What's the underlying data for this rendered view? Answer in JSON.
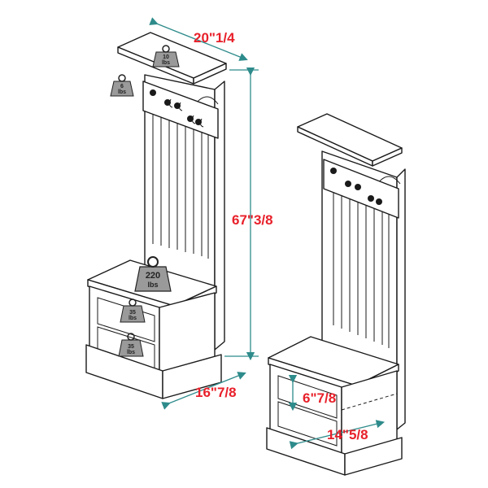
{
  "dimensions": {
    "width": "20\"1/4",
    "height": "67\"3/8",
    "depth": "16\"7/8",
    "cubby_height": "6\"7/8",
    "cubby_depth": "14\"5/8"
  },
  "weights": {
    "shelf_top": {
      "value": "10",
      "unit": "lbs"
    },
    "hook": {
      "value": "6",
      "unit": "lbs"
    },
    "bench": {
      "value": "220",
      "unit": "lbs"
    },
    "upper_cubby": {
      "value": "35",
      "unit": "lbs"
    },
    "lower_cubby": {
      "value": "35",
      "unit": "lbs"
    }
  },
  "colors": {
    "dimension_text": "#e8202a",
    "dimension_line": "#2e8b8b",
    "weight_fill": "#9a9a9a"
  }
}
